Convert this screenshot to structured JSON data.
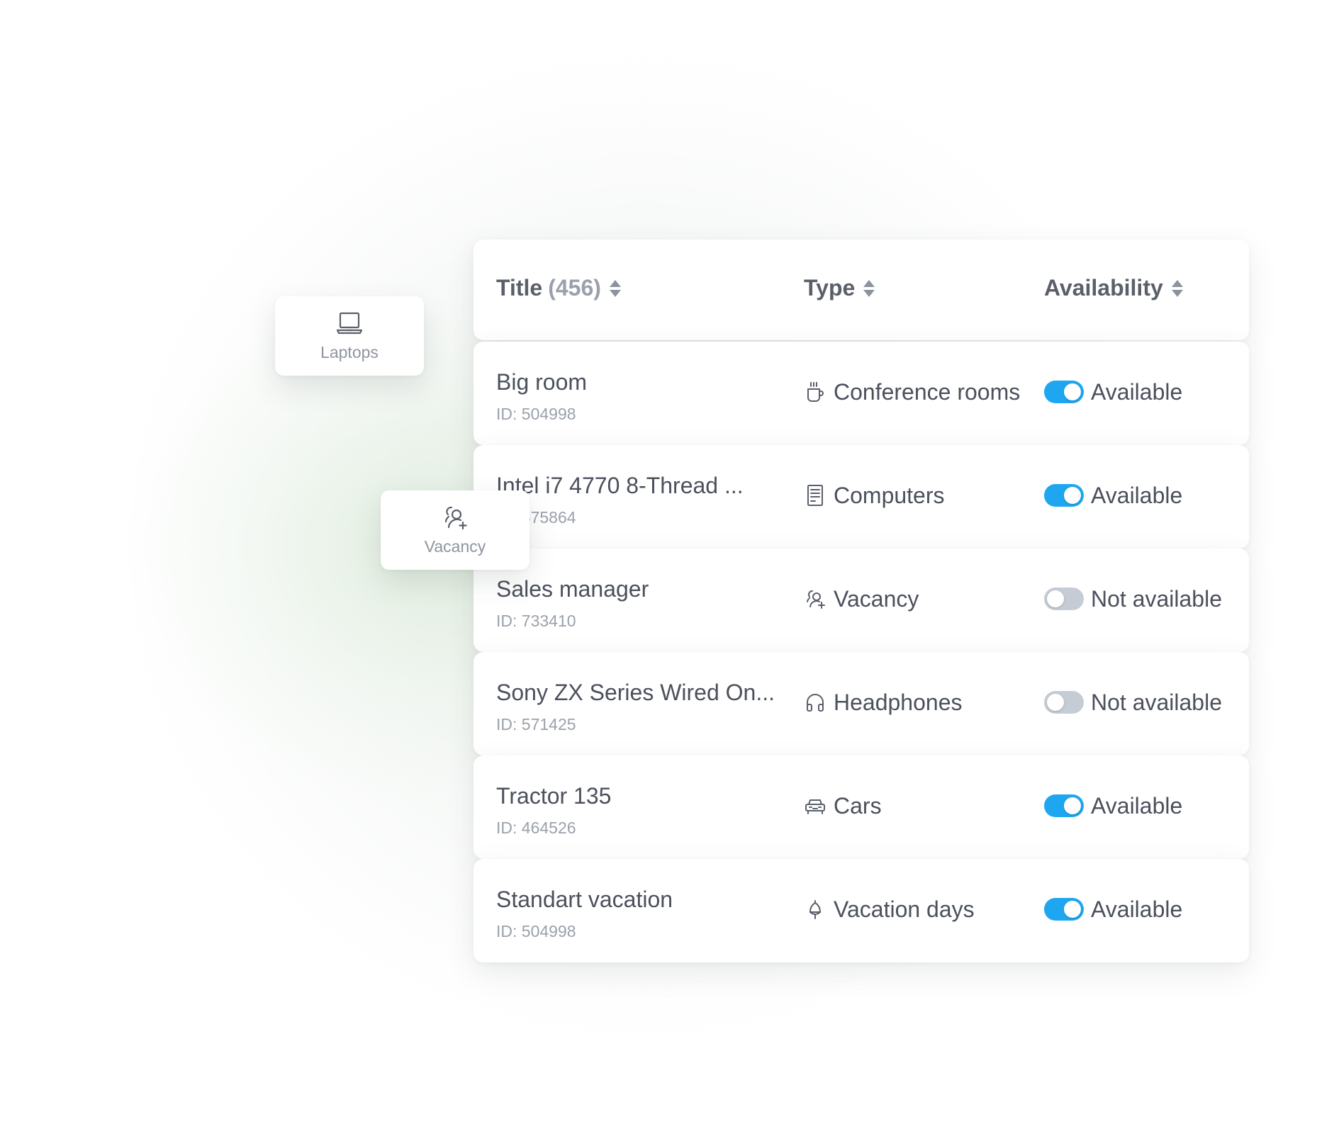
{
  "floating_chips": [
    {
      "label": "Laptops",
      "icon": "laptop-icon"
    },
    {
      "label": "Vacancy",
      "icon": "vacancy-icon"
    }
  ],
  "table": {
    "header": {
      "title_label": "Title",
      "title_count": "(456)",
      "type_label": "Type",
      "availability_label": "Availability"
    },
    "rows": [
      {
        "title": "Big room",
        "id": "ID: 504998",
        "type": "Conference rooms",
        "type_icon": "coffee-cup-icon",
        "availability": "Available",
        "available": true
      },
      {
        "title": "Intel i7 4770 8-Thread ...",
        "id": "ID: 575864",
        "type": "Computers",
        "type_icon": "computer-tower-icon",
        "availability": "Available",
        "available": true
      },
      {
        "title": "Sales manager",
        "id": "ID: 733410",
        "type": "Vacancy",
        "type_icon": "vacancy-icon",
        "availability": "Not available",
        "available": false
      },
      {
        "title": "Sony ZX Series Wired On...",
        "id": "ID: 571425",
        "type": "Headphones",
        "type_icon": "headphones-icon",
        "availability": "Not available",
        "available": false
      },
      {
        "title": "Tractor 135",
        "id": "ID: 464526",
        "type": "Cars",
        "type_icon": "car-icon",
        "availability": "Available",
        "available": true
      },
      {
        "title": "Standart vacation",
        "id": "ID: 504998",
        "type": "Vacation days",
        "type_icon": "umbrella-icon",
        "availability": "Available",
        "available": true
      }
    ]
  },
  "colors": {
    "toggle_on": "#1ea7f0",
    "toggle_off": "#c6ccd6",
    "text_primary": "#4b505c",
    "text_secondary": "#9ba1ab"
  }
}
